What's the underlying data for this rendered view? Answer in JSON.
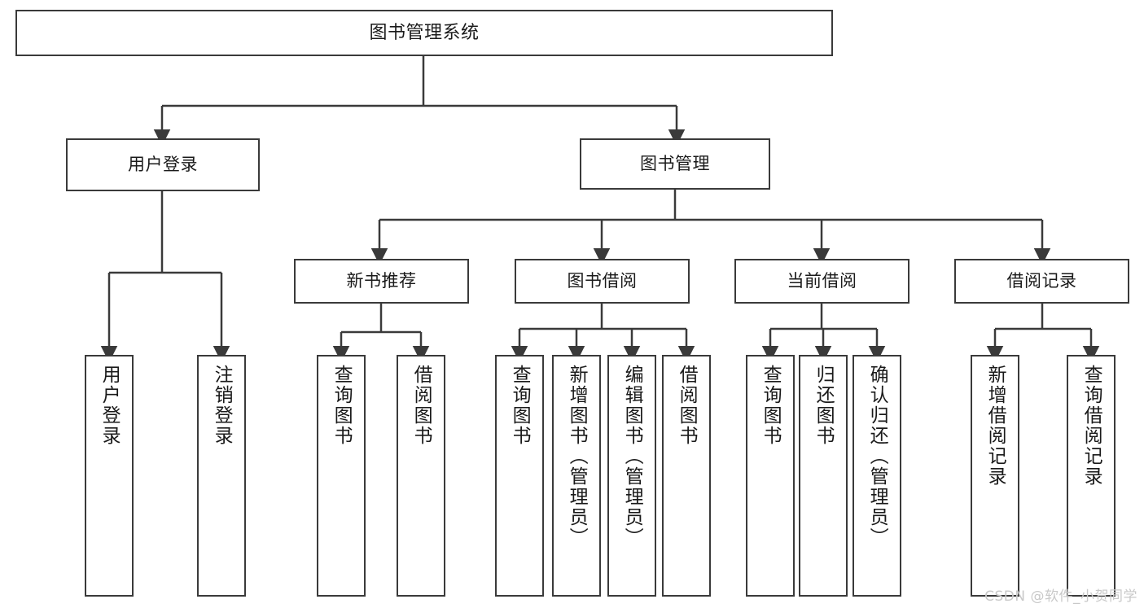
{
  "diagram": {
    "kind": "functional-structure-tree",
    "root": {
      "id": "root",
      "label": "图书管理系统"
    },
    "level1": [
      {
        "id": "user-login",
        "label": "用户登录"
      },
      {
        "id": "book-manage",
        "label": "图书管理"
      }
    ],
    "level2": [
      {
        "id": "new-book-recommend",
        "label": "新书推荐",
        "parent": "book-manage"
      },
      {
        "id": "book-borrow",
        "label": "图书借阅",
        "parent": "book-manage"
      },
      {
        "id": "current-borrow",
        "label": "当前借阅",
        "parent": "book-manage"
      },
      {
        "id": "borrow-record",
        "label": "借阅记录",
        "parent": "book-manage"
      }
    ],
    "leaves": [
      {
        "id": "leaf-user-login",
        "label": "用户登录",
        "parent": "user-login"
      },
      {
        "id": "leaf-user-logout",
        "label": "注销登录",
        "parent": "user-login"
      },
      {
        "id": "leaf-rec-query-book",
        "label": "查询图书",
        "parent": "new-book-recommend"
      },
      {
        "id": "leaf-rec-borrow-book",
        "label": "借阅图书",
        "parent": "new-book-recommend"
      },
      {
        "id": "leaf-borrow-query-book",
        "label": "查询图书",
        "parent": "book-borrow"
      },
      {
        "id": "leaf-borrow-add-book",
        "label": "新增图书（管理员）",
        "parent": "book-borrow"
      },
      {
        "id": "leaf-borrow-edit-book",
        "label": "编辑图书（管理员）",
        "parent": "book-borrow"
      },
      {
        "id": "leaf-borrow-borrow-book",
        "label": "借阅图书",
        "parent": "book-borrow"
      },
      {
        "id": "leaf-cur-query-book",
        "label": "查询图书",
        "parent": "current-borrow"
      },
      {
        "id": "leaf-cur-return-book",
        "label": "归还图书",
        "parent": "current-borrow"
      },
      {
        "id": "leaf-cur-confirm-return",
        "label": "确认归还（管理员）",
        "parent": "current-borrow"
      },
      {
        "id": "leaf-rec-add-record",
        "label": "新增借阅记录",
        "parent": "borrow-record"
      },
      {
        "id": "leaf-rec-query-record",
        "label": "查询借阅记录",
        "parent": "borrow-record"
      }
    ],
    "watermark": "CSDN @软件_小贺同学",
    "colors": {
      "stroke": "#3a3a3a",
      "fill": "#ffffff",
      "text": "#1a1a1a",
      "watermark": "#c9c9c9",
      "background": "#ffffff"
    }
  }
}
